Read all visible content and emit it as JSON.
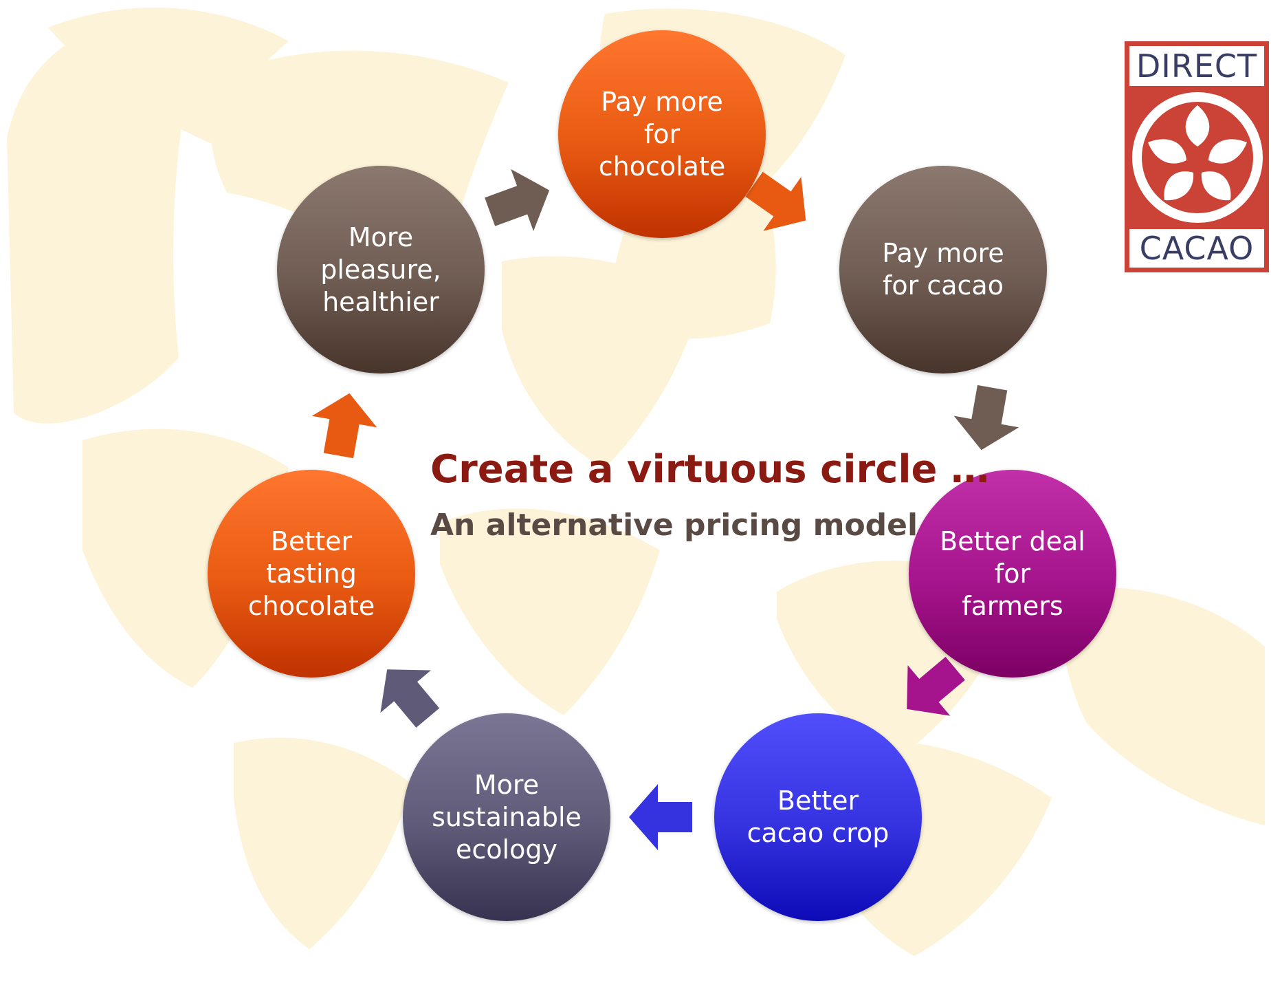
{
  "diagram": {
    "title": "Create a virtuous circle …",
    "subtitle": "An alternative pricing model",
    "nodes": [
      {
        "label": "Pay more\nfor\nchocolate",
        "color": "#e85a12"
      },
      {
        "label": "Pay more\nfor cacao",
        "color": "#6f5c52"
      },
      {
        "label": "Better deal\nfor\nfarmers",
        "color": "#a5148c"
      },
      {
        "label": "Better\ncacao crop",
        "color": "#3532e0"
      },
      {
        "label": "More\nsustainable\necology",
        "color": "#5e5a78"
      },
      {
        "label": "Better\ntasting\nchocolate",
        "color": "#e85a12"
      },
      {
        "label": "More\npleasure,\nhealthier",
        "color": "#6f5c52"
      }
    ],
    "arrows": [
      {
        "from": "More pleasure, healthier",
        "to": "Pay more for chocolate",
        "color": "#6f5c52"
      },
      {
        "from": "Pay more for chocolate",
        "to": "Pay more for cacao",
        "color": "#e85a12"
      },
      {
        "from": "Pay more for cacao",
        "to": "Better deal for farmers",
        "color": "#6f5c52"
      },
      {
        "from": "Better deal for farmers",
        "to": "Better cacao crop",
        "color": "#a5148c"
      },
      {
        "from": "Better cacao crop",
        "to": "More sustainable ecology",
        "color": "#3532e0"
      },
      {
        "from": "More sustainable ecology",
        "to": "Better tasting chocolate",
        "color": "#5e5a78"
      },
      {
        "from": "Better tasting chocolate",
        "to": "More pleasure, healthier",
        "color": "#e85a12"
      }
    ]
  },
  "logo": {
    "line1": "DIRECT",
    "line2": "CACAO",
    "color": "#cb4236",
    "text_color": "#3a3d63"
  },
  "watermark_color": "#fdf3d8"
}
